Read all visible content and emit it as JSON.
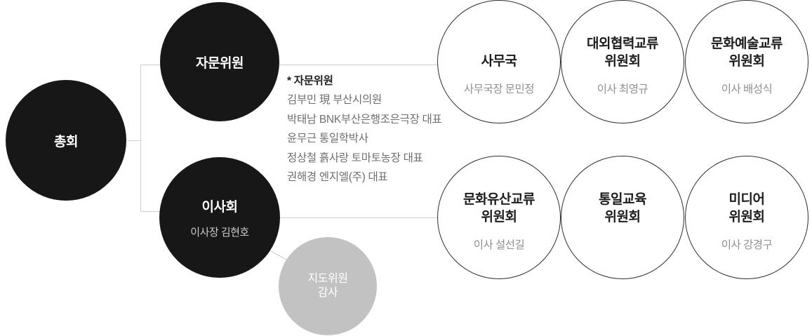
{
  "org_chart": {
    "general_assembly": {
      "label": "총회"
    },
    "advisory_committee": {
      "label": "자문위원"
    },
    "board": {
      "label": "이사회",
      "subtitle": "이사장 김현호"
    },
    "audit": {
      "lines": [
        "지도위원",
        "감사"
      ]
    },
    "advisory_list": {
      "heading": "* 자문위원",
      "members": [
        "김부민 現 부산시의원",
        "박태남 BNK부산은행조은극장 대표",
        "윤무근 통일학박사",
        "정상철 흙사랑 토마토농장 대표",
        "권해경 엔지엘(주) 대표"
      ]
    },
    "committees": [
      {
        "title_lines": [
          "사무국"
        ],
        "subtitle": "사무국장 문민정"
      },
      {
        "title_lines": [
          "대외협력교류",
          "위원회"
        ],
        "subtitle": "이사 최영규"
      },
      {
        "title_lines": [
          "문화예술교류",
          "위원회"
        ],
        "subtitle": "이사 배성식"
      },
      {
        "title_lines": [
          "문화유산교류",
          "위원회"
        ],
        "subtitle": "이사 설선길"
      },
      {
        "title_lines": [
          "통일교육",
          "위원회"
        ]
      },
      {
        "title_lines": [
          "미디어",
          "위원회"
        ],
        "subtitle": "이사 강경구"
      }
    ],
    "colors": {
      "node_black": "#171717",
      "node_gray": "#c2c2c2",
      "white_node_border": "#2e2e2e",
      "connector_line": "#cfcfcf",
      "subtitle_gray": "#8f8f8f",
      "board_subtitle_gray": "#cbcbcb"
    }
  }
}
